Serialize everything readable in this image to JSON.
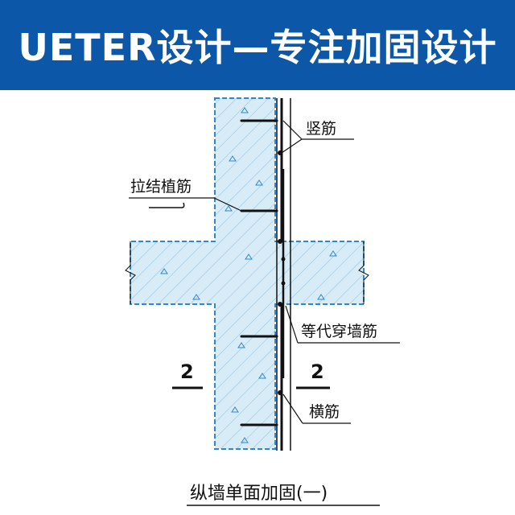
{
  "header": {
    "title": "UETER设计—专注加固设计",
    "background": "#0d57a8",
    "text_color": "#ffffff"
  },
  "diagram": {
    "labels": {
      "vertical_rebar": "竖筋",
      "tie_bar": "拉结植筋",
      "through_wall_bar": "等代穿墙筋",
      "horizontal_rebar": "横筋"
    },
    "section_marks": {
      "left": "2",
      "right": "2"
    },
    "caption": "纵墙单面加固(一)",
    "colors": {
      "concrete_fill": "#d7ecf7",
      "concrete_edge": "#2f86d6",
      "hatch": "#9bc4e2",
      "line": "#111111"
    }
  }
}
